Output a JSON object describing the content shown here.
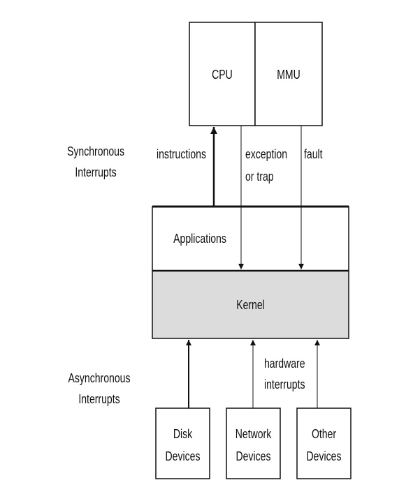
{
  "diagram": {
    "boxes": {
      "cpu": "CPU",
      "mmu": "MMU",
      "applications": "Applications",
      "kernel": "Kernel",
      "disk_line1": "Disk",
      "disk_line2": "Devices",
      "network_line1": "Network",
      "network_line2": "Devices",
      "other_line1": "Other",
      "other_line2": "Devices"
    },
    "labels": {
      "synchronous_line1": "Synchronous",
      "synchronous_line2": "Interrupts",
      "asynchronous_line1": "Asynchronous",
      "asynchronous_line2": "Interrupts",
      "instructions": "instructions",
      "exception_line1": "exception",
      "exception_line2": "or trap",
      "fault": "fault",
      "hardware_line1": "hardware",
      "hardware_line2": "interrupts"
    },
    "colors": {
      "stroke": "#111111",
      "kernel_fill": "#dcdcdc",
      "background": "#ffffff"
    }
  }
}
